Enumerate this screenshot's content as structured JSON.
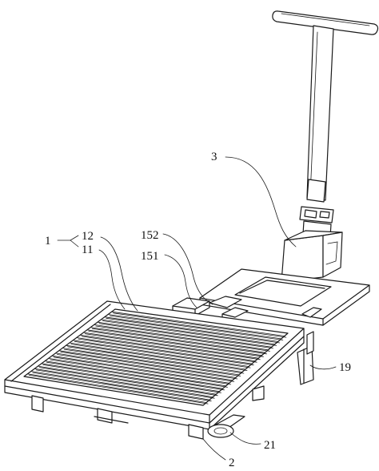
{
  "labels": {
    "l1": "1",
    "l12": "12",
    "l11": "11",
    "l152": "152",
    "l151": "151",
    "l3": "3",
    "l19": "19",
    "l21": "21",
    "l2": "2"
  }
}
